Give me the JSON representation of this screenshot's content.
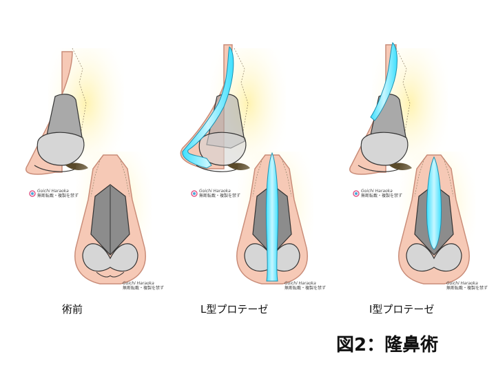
{
  "panels": [
    {
      "caption": "術前",
      "implant": "none"
    },
    {
      "caption": "L型プロテーゼ",
      "implant": "L"
    },
    {
      "caption": "I型プロテーゼ",
      "implant": "I"
    }
  ],
  "watermark": {
    "name": "Goichi Haraoka",
    "note": "無断転載・複製を禁ず"
  },
  "figure_title": "図2：隆鼻術",
  "colors": {
    "skin": "#f6c9b6",
    "skin_stroke": "#c98c78",
    "cartilage": "#a9a9a9",
    "cartilage_light": "#d6d6d6",
    "bone_zone": "#fff6c8",
    "implant": "#3fe0ff",
    "implant_light": "#c6f6ff",
    "nostril": "#5a4a2a"
  }
}
